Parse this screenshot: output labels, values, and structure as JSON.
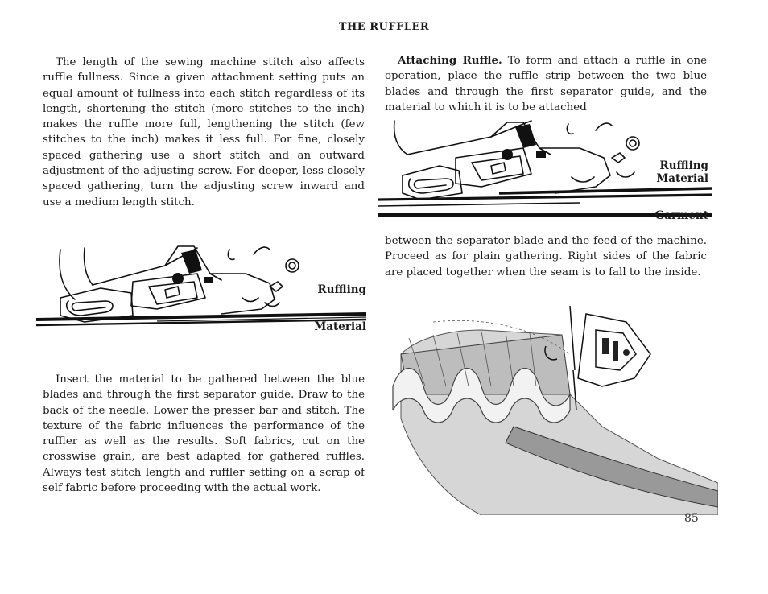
{
  "title": "THE RUFFLER",
  "left_column": {
    "paragraph_1": "The length of the sewing machine stitch also affects ruffle fullness. Since a given attachment setting puts an equal amount of fullness into each stitch regardless of its length, shortening the stitch (more stitches to the inch) makes the ruffle more full, lengthening the stitch (few stitches to the inch) makes it less full. For fine, closely spaced gathering use a short stitch and an outward adjustment of the adjusting screw. For deeper, less closely spaced gathering, turn the adjusting screw inward and use a medium length stitch.",
    "figure_1": {
      "label_top": "Ruffling",
      "label_bottom": "Material"
    },
    "paragraph_2": "Insert the material to be gathered between the blue blades and through the first separator guide. Draw to the back of the needle. Lower the presser bar and stitch. The texture of the fabric influences the performance of the ruffler as well as the results. Soft fabrics, cut on the crosswise grain, are best adapted for gathered ruffles. Always test stitch length and ruffler setting on a scrap of self fabric before proceeding with the actual work."
  },
  "right_column": {
    "paragraph_3_heading": "Attaching Ruffle.",
    "paragraph_3": "To form and attach a ruffle in one operation, place the ruffle strip between the two blue blades and through the first separator guide, and the material to which it is to be attached",
    "figure_2": {
      "label_top_1": "Ruffling",
      "label_top_2": "Material",
      "label_bottom": "Garment"
    },
    "paragraph_4": "between the separator blade and the feed of the machine. Proceed as for plain gathering. Right sides of the fabric are placed together when the seam is to fall to the inside."
  },
  "page_number": "85"
}
